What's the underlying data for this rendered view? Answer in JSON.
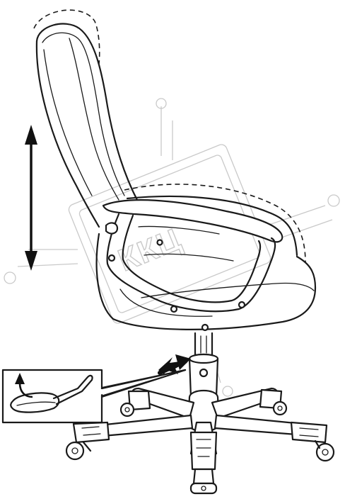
{
  "watermark": {
    "text": "ККЦ",
    "color": "#c9c9c9"
  },
  "figure": {
    "subject": "office-chair-side-view",
    "line_color": "#1a1a1a",
    "arrows": [
      "height-adjust-double-arrow",
      "lever-pointer-arrow",
      "lift-up-curved-arrow"
    ]
  }
}
